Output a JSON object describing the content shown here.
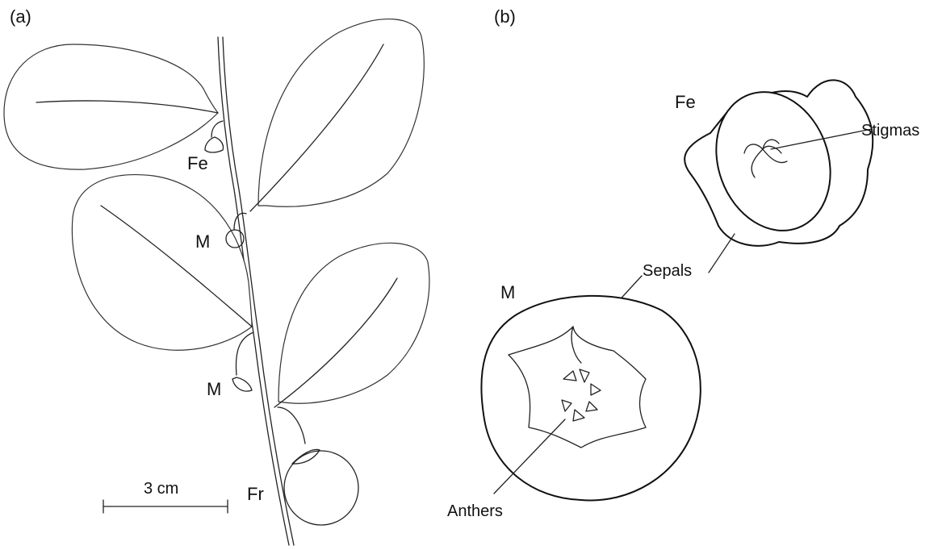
{
  "panels": {
    "a": {
      "label": "(a)",
      "flower_labels": {
        "female": "Fe",
        "male_upper": "M",
        "male_lower": "M",
        "fruit": "Fr"
      },
      "scale_bar": "3 cm"
    },
    "b": {
      "label": "(b)",
      "female_label": "Fe",
      "male_label": "M",
      "annotations": {
        "stigmas": "Stigmas",
        "sepals": "Sepals",
        "anthers": "Anthers"
      }
    }
  }
}
